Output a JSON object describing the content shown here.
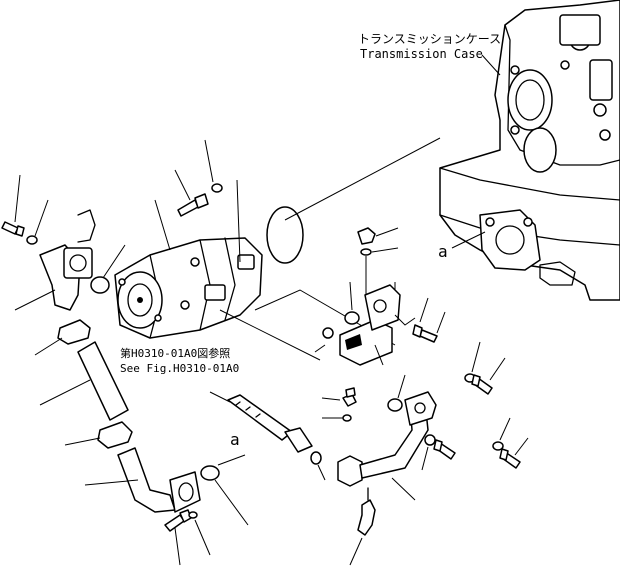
{
  "labels": {
    "transmission_case_jp": "トランスミッションケース",
    "transmission_case_en": "Transmission Case",
    "see_fig_jp": "第H0310-01A0図参照",
    "see_fig_en": "See Fig.H0310-01A0",
    "ref_a_upper": "a",
    "ref_a_lower": "a"
  }
}
